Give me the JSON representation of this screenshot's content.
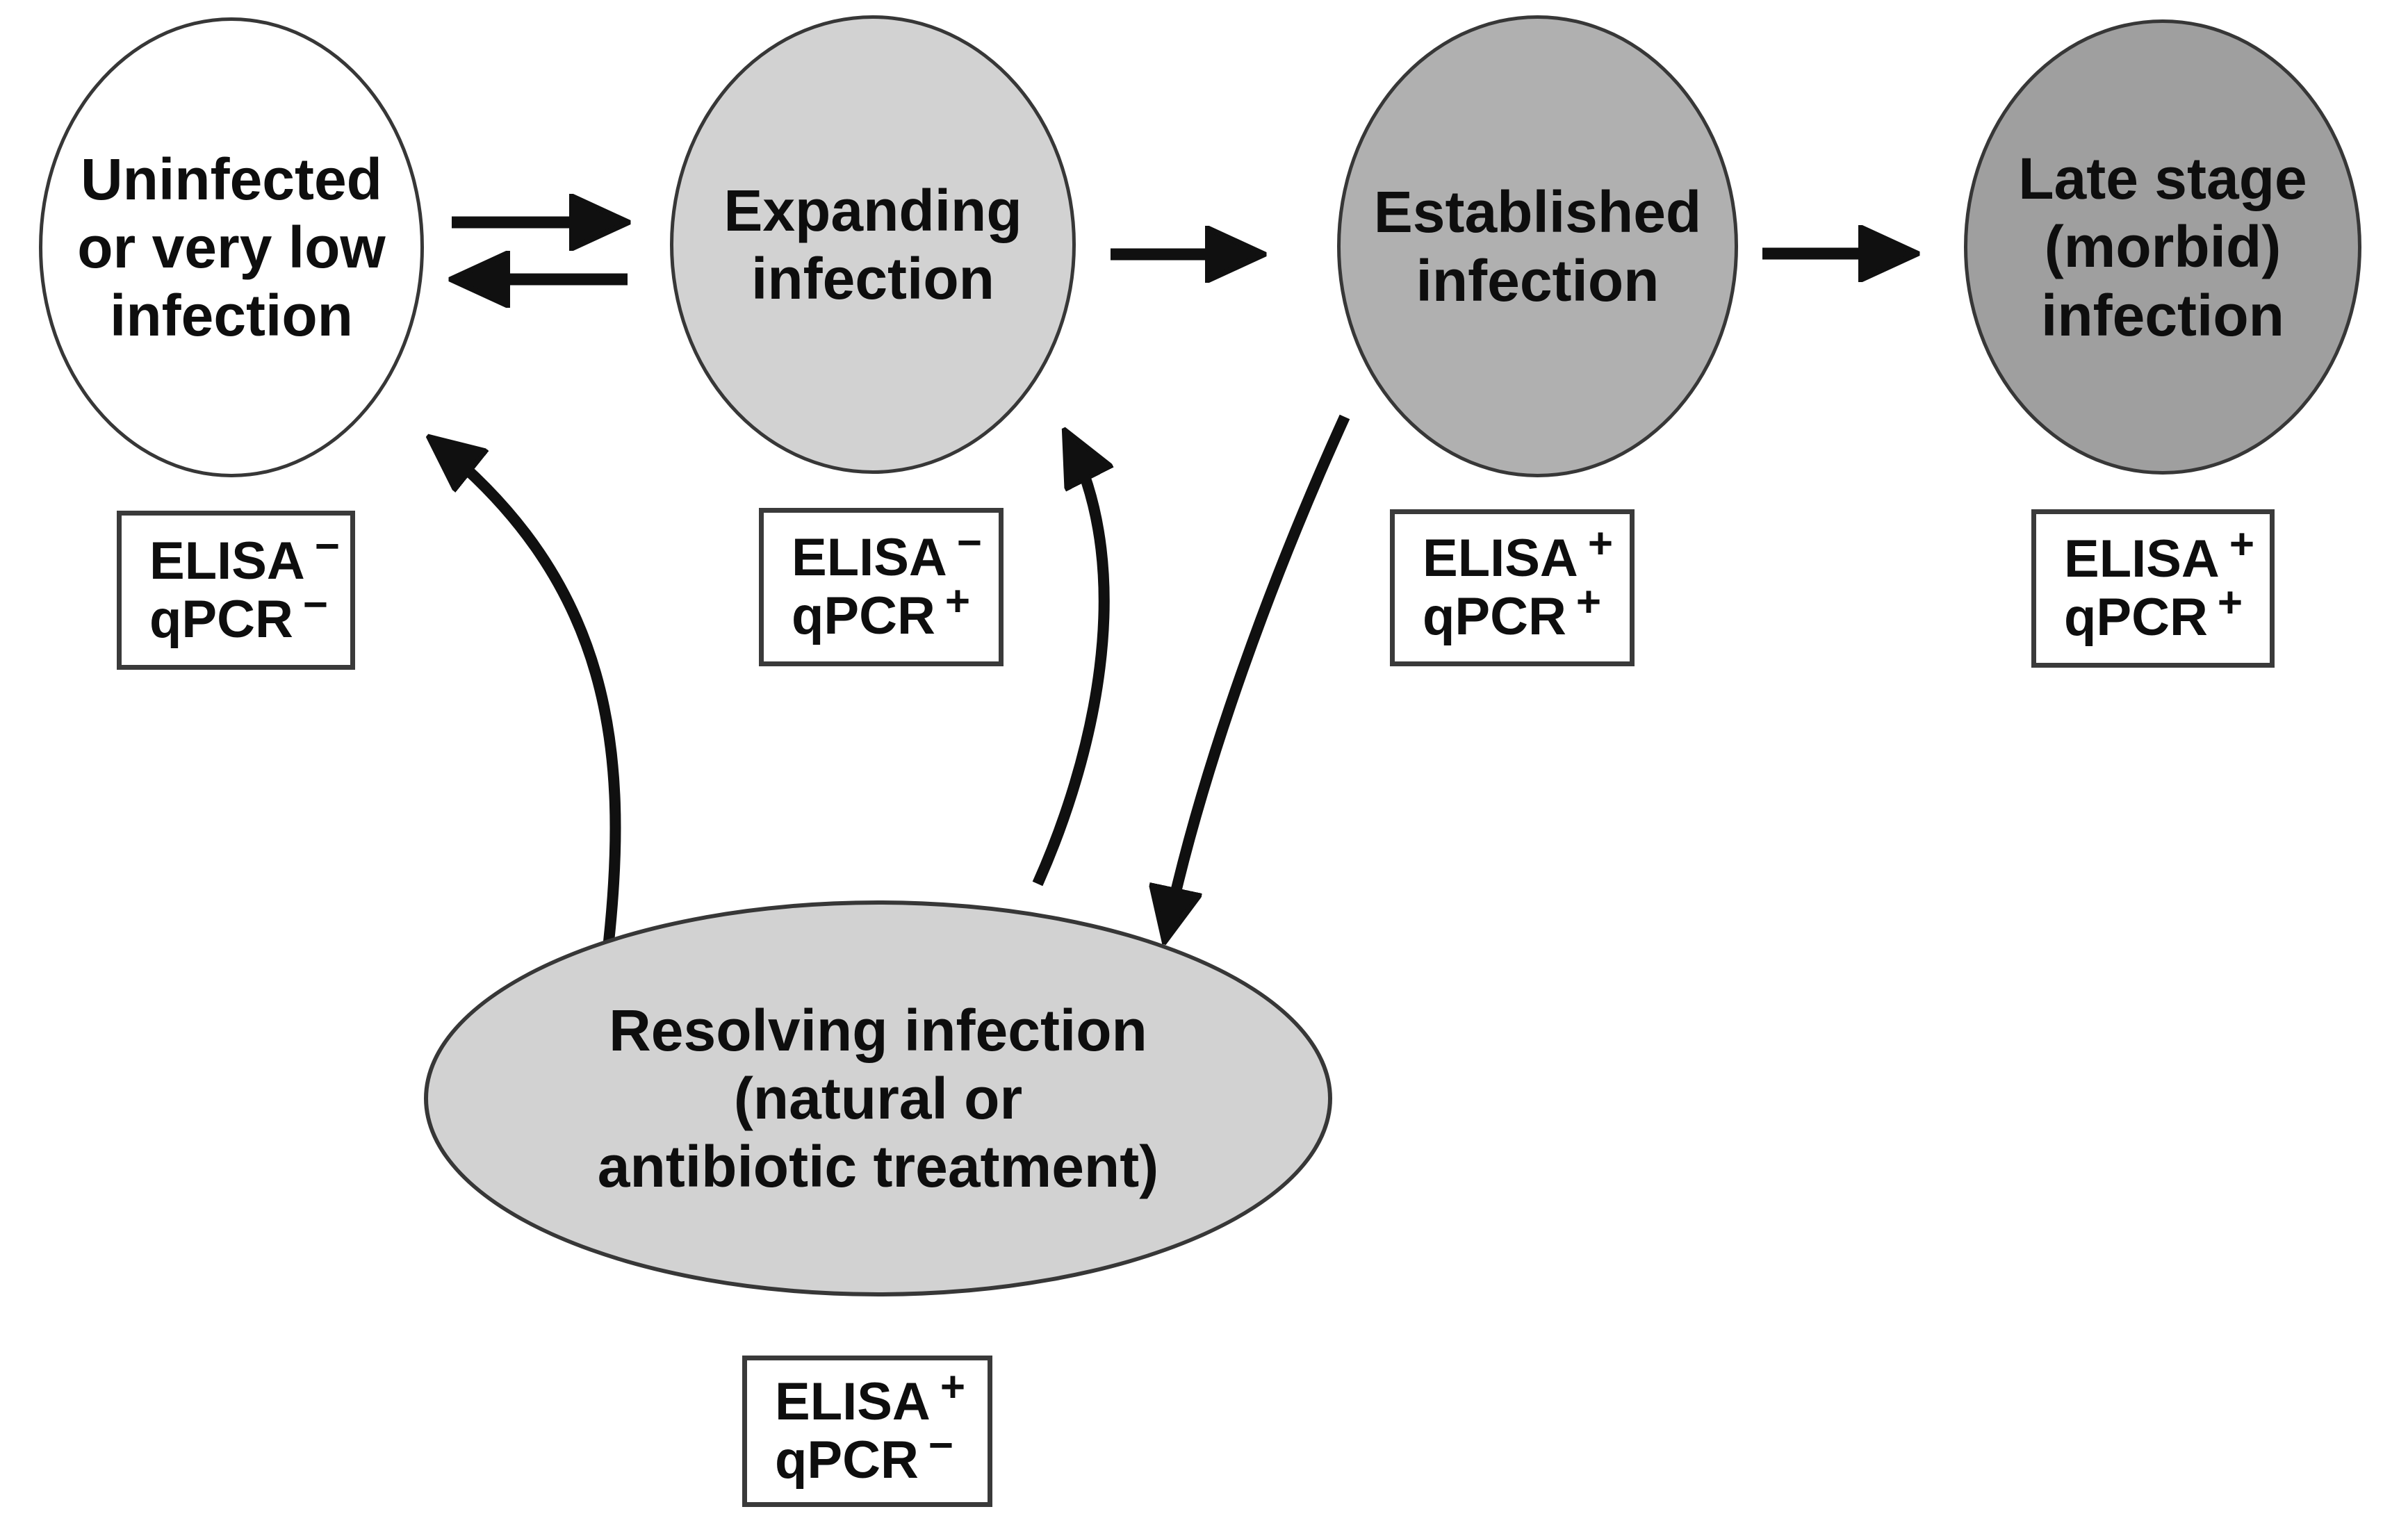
{
  "nodes": [
    {
      "id": "uninfected",
      "label": "Uninfected\nor very low\ninfection",
      "fill": "#ffffff",
      "elisa_sign": "−",
      "qpcr_sign": "−"
    },
    {
      "id": "expanding",
      "label": "Expanding\ninfection",
      "fill": "#d2d2d2",
      "elisa_sign": "−",
      "qpcr_sign": "+"
    },
    {
      "id": "established",
      "label": "Established\ninfection",
      "fill": "#b0b0b0",
      "elisa_sign": "+",
      "qpcr_sign": "+"
    },
    {
      "id": "late_stage",
      "label": "Late stage\n(morbid)\ninfection",
      "fill": "#9f9f9f",
      "elisa_sign": "+",
      "qpcr_sign": "+"
    },
    {
      "id": "resolving",
      "label": "Resolving infection\n(natural or\nantibiotic treatment)",
      "fill": "#d2d2d2",
      "elisa_sign": "+",
      "qpcr_sign": "−"
    }
  ],
  "assay_labels": {
    "elisa": "ELISA",
    "qpcr": "qPCR"
  },
  "edges": [
    {
      "from": "uninfected",
      "to": "expanding",
      "style": "straight"
    },
    {
      "from": "expanding",
      "to": "uninfected",
      "style": "straight"
    },
    {
      "from": "expanding",
      "to": "established",
      "style": "straight"
    },
    {
      "from": "established",
      "to": "late_stage",
      "style": "straight"
    },
    {
      "from": "resolving",
      "to": "uninfected",
      "style": "curved"
    },
    {
      "from": "resolving",
      "to": "expanding",
      "style": "curved"
    },
    {
      "from": "established",
      "to": "resolving",
      "style": "curved"
    }
  ],
  "colors": {
    "background": "#ffffff",
    "arrow": "#101010",
    "node_border": "#373737",
    "box_border": "#3a3a3a",
    "text": "#0e0e0e"
  }
}
